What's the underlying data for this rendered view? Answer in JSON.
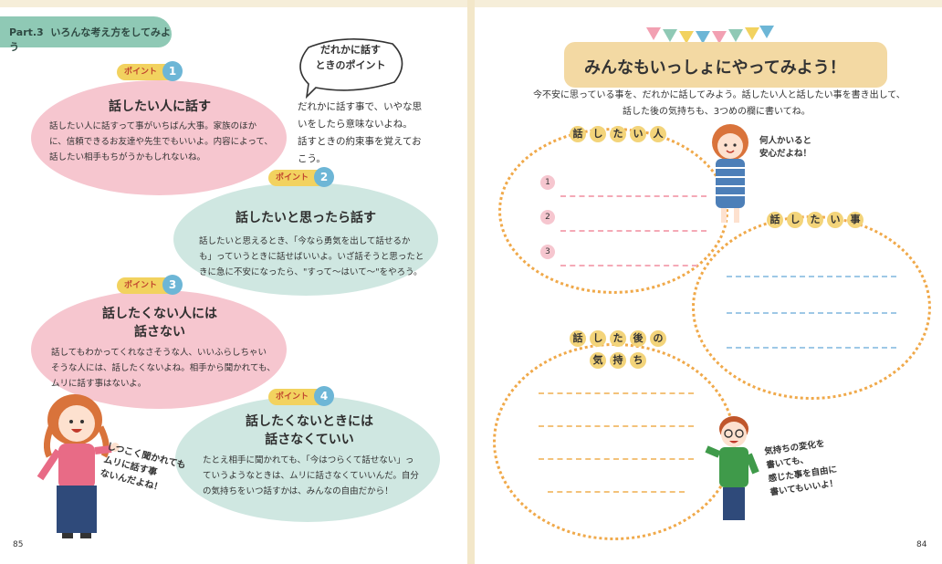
{
  "left_page": {
    "part_label": "Part.3",
    "section_title": "いろんな考え方をしてみよう",
    "page_number": "85",
    "callout": {
      "title_lines": [
        "だれかに話す",
        "ときのポイント"
      ],
      "body_lines": [
        "だれかに話す事で、いやな思",
        "いをしたら意味ないよね。",
        "話すときの約束事を覚えてお",
        "こう。"
      ]
    },
    "points": [
      {
        "badge": "ポイント",
        "number": "1",
        "title_lines": [
          "話したい人に話す"
        ],
        "body_lines": [
          "話したい人に話すって事がいちばん大事。家族のほか",
          "に、信頼できるお友達や先生でもいいよ。内容によって、",
          "話したい相手もちがうかもしれないね。"
        ]
      },
      {
        "badge": "ポイント",
        "number": "2",
        "title_lines": [
          "話したいと思ったら話す"
        ],
        "body_lines": [
          "話したいと思えるとき、「今なら勇気を出して話せるか",
          "も」っていうときに話せばいいよ。いざ話そうと思ったと",
          "きに急に不安になったら、\"すって～はいて～\"をやろう。"
        ]
      },
      {
        "badge": "ポイント",
        "number": "3",
        "title_lines": [
          "話したくない人には",
          "話さない"
        ],
        "body_lines": [
          "話してもわかってくれなさそうな人、いいふらしちゃい",
          "そうな人には、話したくないよね。相手から聞かれても、",
          "ムリに話す事はないよ。"
        ]
      },
      {
        "badge": "ポイント",
        "number": "4",
        "title_lines": [
          "話したくないときには",
          "話さなくていい"
        ],
        "body_lines": [
          "たとえ相手に聞かれても、「今はつらくて話せない」っ",
          "ていうようなときは、ムリに話さなくていいんだ。自分",
          "の気持ちをいつ話すかは、みんなの自由だから！"
        ]
      }
    ],
    "girl_speech_lines": [
      "しつこく聞かれても",
      "ムリに話す事",
      "ないんだよね！"
    ]
  },
  "right_page": {
    "page_number": "84",
    "banner_title": "みんなもいっしょにやってみよう！",
    "intro_lines": [
      "今不安に思っている事を、だれかに話してみよう。話したい人と話したい事を書き出して、",
      "話した後の気持ちも、3つめの欄に書いてね。"
    ],
    "box_people_chips": [
      "話",
      "し",
      "た",
      "い",
      "人"
    ],
    "box_people_numbers": [
      "1",
      "2",
      "3"
    ],
    "box_topic_chips": [
      "話",
      "し",
      "た",
      "い",
      "事"
    ],
    "box_feel_chips_row1": [
      "話",
      "し",
      "た",
      "後",
      "の"
    ],
    "box_feel_chips_row2": [
      "気",
      "持",
      "ち"
    ],
    "girl_speech_lines": [
      "何人かいると",
      "安心だよね！"
    ],
    "boy_speech_lines": [
      "気持ちの変化を",
      "書いても、",
      "感じた事を自由に",
      "書いてもいいよ！"
    ]
  },
  "colors": {
    "pink_blob": "#f6c6cf",
    "mint_blob": "#cfe7e1",
    "header_tab": "#8fc9b5",
    "banner": "#f3d9a3",
    "dotted_border": "#f0a94a",
    "badge_yellow": "#f2d25f",
    "number_blue": "#6db6d6"
  }
}
